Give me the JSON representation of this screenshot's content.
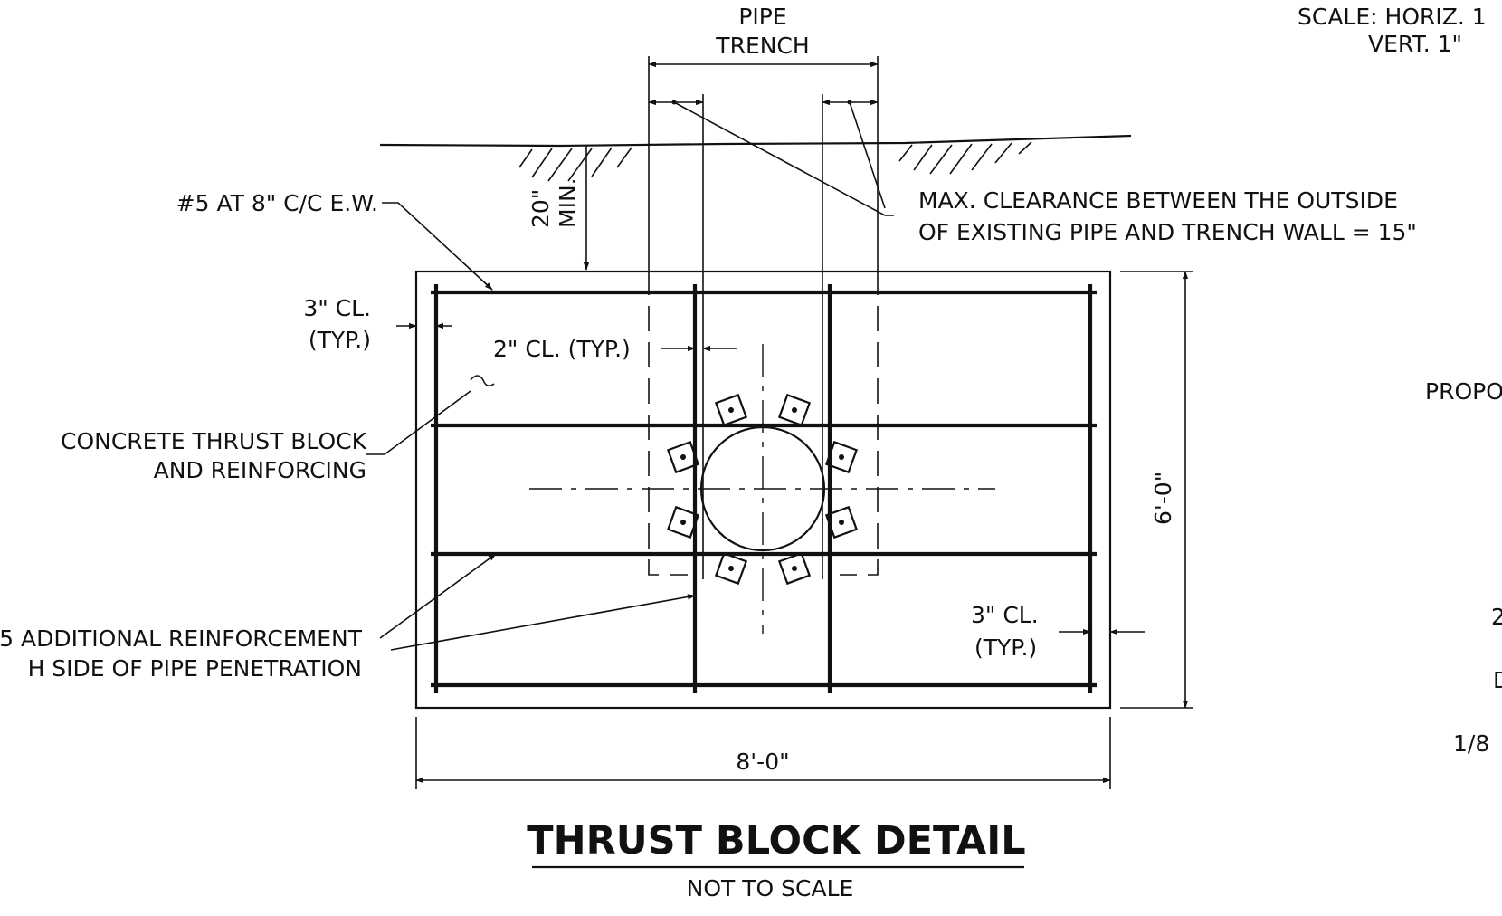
{
  "labels": {
    "pipe_trench_line1": "PIPE",
    "pipe_trench_line2": "TRENCH",
    "scale_horiz": "SCALE: HORIZ. 1",
    "scale_vert": "VERT. 1\"",
    "rebar_spacing": "#5 AT 8\" C/C E.W.",
    "cover_depth_value": "20\"",
    "cover_depth_min": "MIN.",
    "clearance_line1": "MAX. CLEARANCE BETWEEN THE OUTSIDE",
    "clearance_line2": "OF EXISTING PIPE AND TRENCH WALL = 15\"",
    "cover_left_line1": "3\" CL.",
    "cover_left_line2": "(TYP.)",
    "cover_inner": "2\" CL. (TYP.)",
    "block_line1": "CONCRETE THRUST BLOCK",
    "block_line2": "AND REINFORCING",
    "additional_line1": "5 ADDITIONAL REINFORCEMENT",
    "additional_line2": "H SIDE OF PIPE PENETRATION",
    "cover_right_line1": "3\" CL.",
    "cover_right_line2": "(TYP.)",
    "height_dim": "6'-0\"",
    "width_dim": "8'-0\"",
    "cut_text_1": "PROPO",
    "cut_text_2": "2",
    "cut_text_3": "D",
    "cut_text_4": "1/8",
    "detail_title": "THRUST BLOCK DETAIL",
    "detail_subtitle": "NOT TO SCALE"
  }
}
